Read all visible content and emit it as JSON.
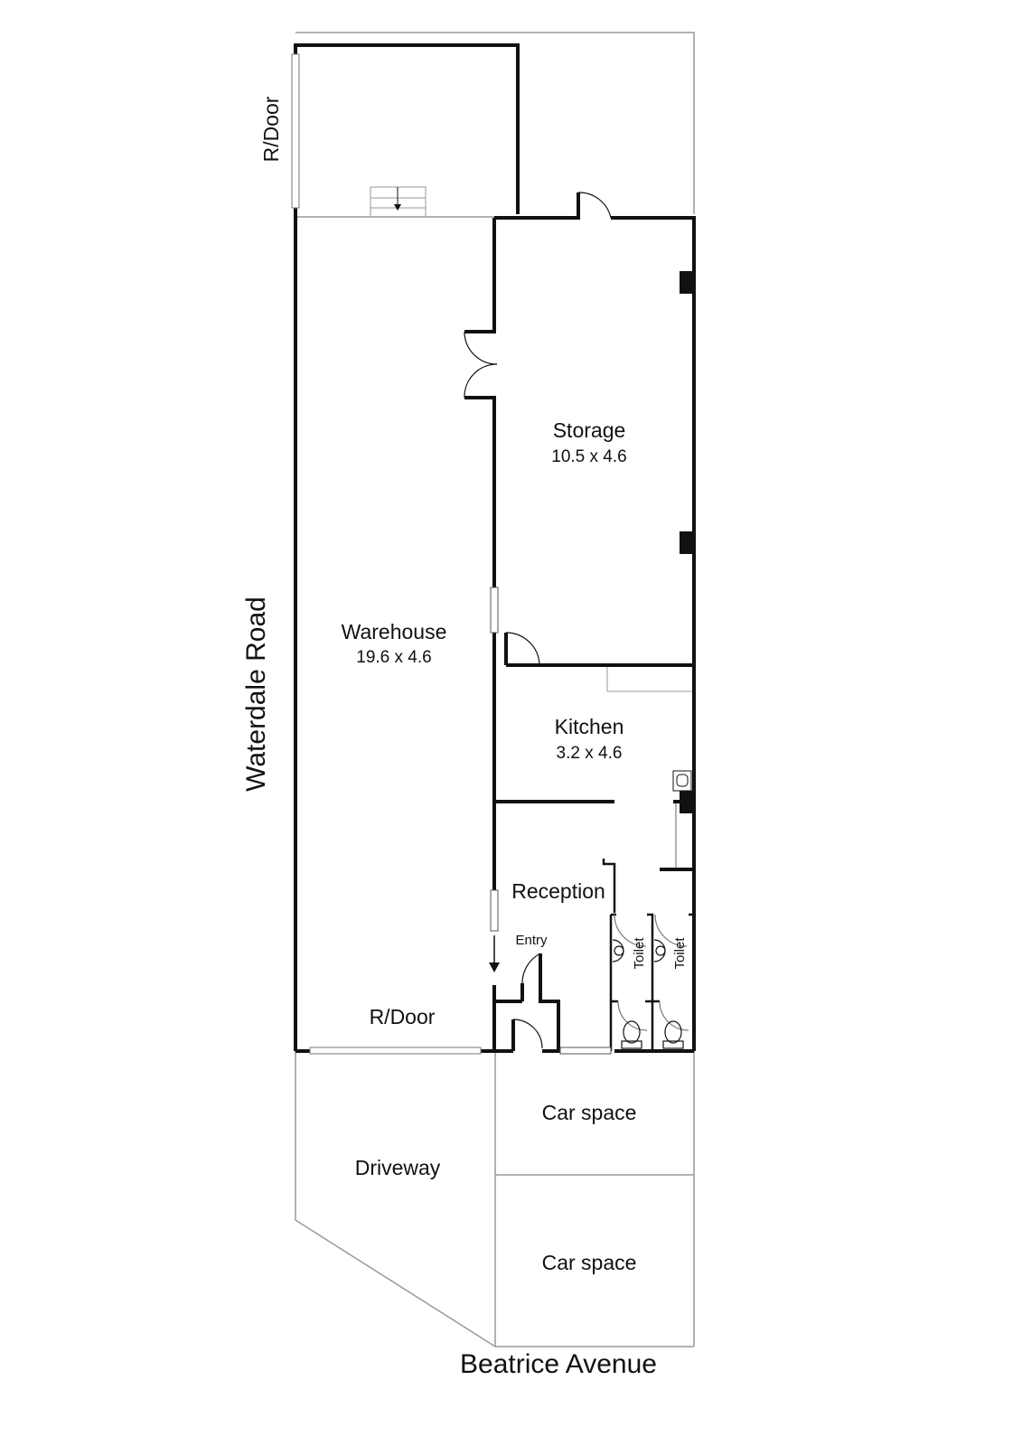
{
  "rooms": {
    "storage": {
      "name": "Storage",
      "dims": "10.5 x 4.6"
    },
    "warehouse": {
      "name": "Warehouse",
      "dims": "19.6 x 4.6"
    },
    "kitchen": {
      "name": "Kitchen",
      "dims": "3.2 x 4.6"
    },
    "reception": {
      "name": "Reception"
    },
    "entry": "Entry",
    "toilet_1": "Toilet",
    "toilet_2": "Toilet",
    "car_space_1": "Car space",
    "car_space_2": "Car space",
    "driveway": "Driveway"
  },
  "doors": {
    "rear_door_top": "R/Door",
    "rear_door_bottom": "R/Door"
  },
  "streets": {
    "left": "Waterdale Road",
    "bottom": "Beatrice Avenue"
  },
  "colors": {
    "wall": "#111111",
    "thin": "#999999"
  }
}
